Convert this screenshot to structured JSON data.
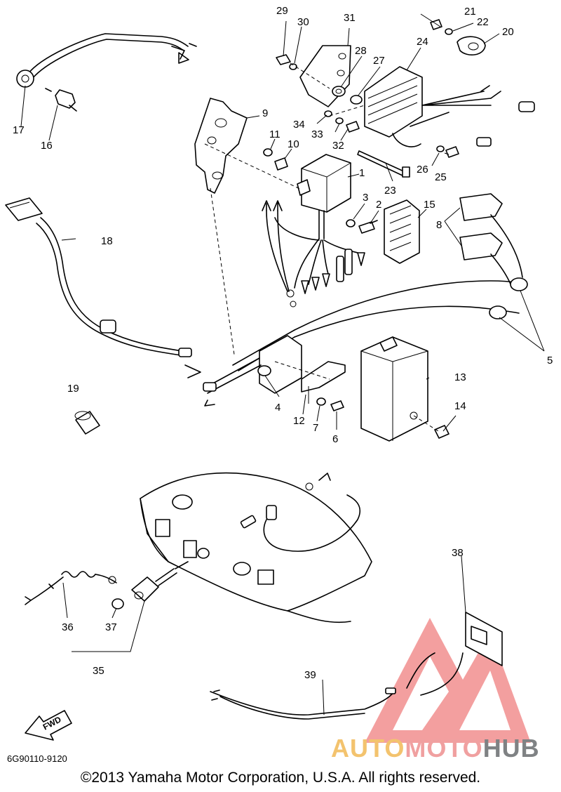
{
  "diagram": {
    "callouts": [
      {
        "id": "1",
        "text": "1"
      },
      {
        "id": "2",
        "text": "2"
      },
      {
        "id": "3",
        "text": "3"
      },
      {
        "id": "4",
        "text": "4"
      },
      {
        "id": "5",
        "text": "5"
      },
      {
        "id": "6",
        "text": "6"
      },
      {
        "id": "7",
        "text": "7"
      },
      {
        "id": "8",
        "text": "8"
      },
      {
        "id": "9",
        "text": "9"
      },
      {
        "id": "10",
        "text": "10"
      },
      {
        "id": "11",
        "text": "11"
      },
      {
        "id": "12",
        "text": "12"
      },
      {
        "id": "13",
        "text": "13"
      },
      {
        "id": "14",
        "text": "14"
      },
      {
        "id": "15",
        "text": "15"
      },
      {
        "id": "16",
        "text": "16"
      },
      {
        "id": "17",
        "text": "17"
      },
      {
        "id": "18",
        "text": "18"
      },
      {
        "id": "19",
        "text": "19"
      },
      {
        "id": "20",
        "text": "20"
      },
      {
        "id": "21",
        "text": "21"
      },
      {
        "id": "22",
        "text": "22"
      },
      {
        "id": "23",
        "text": "23"
      },
      {
        "id": "24",
        "text": "24"
      },
      {
        "id": "25",
        "text": "25"
      },
      {
        "id": "26",
        "text": "26"
      },
      {
        "id": "27",
        "text": "27"
      },
      {
        "id": "28",
        "text": "28"
      },
      {
        "id": "29",
        "text": "29"
      },
      {
        "id": "30",
        "text": "30"
      },
      {
        "id": "31",
        "text": "31"
      },
      {
        "id": "32",
        "text": "32"
      },
      {
        "id": "33",
        "text": "33"
      },
      {
        "id": "34",
        "text": "34"
      },
      {
        "id": "35",
        "text": "35"
      },
      {
        "id": "36",
        "text": "36"
      },
      {
        "id": "37",
        "text": "37"
      },
      {
        "id": "38",
        "text": "38"
      },
      {
        "id": "39",
        "text": "39"
      }
    ],
    "fwd_label": "FWD",
    "doc_code": "6G90110-9120",
    "copyright": "©2013 Yamaha Motor Corporation, U.S.A. All rights reserved."
  },
  "watermark": {
    "part1": "AUTO",
    "part2": "MOTO",
    "part3": "HUB",
    "colors": {
      "auto": "#f3c36e",
      "moto": "#f0a0a0",
      "hub": "#7f8284",
      "logo": "#f08080"
    }
  }
}
